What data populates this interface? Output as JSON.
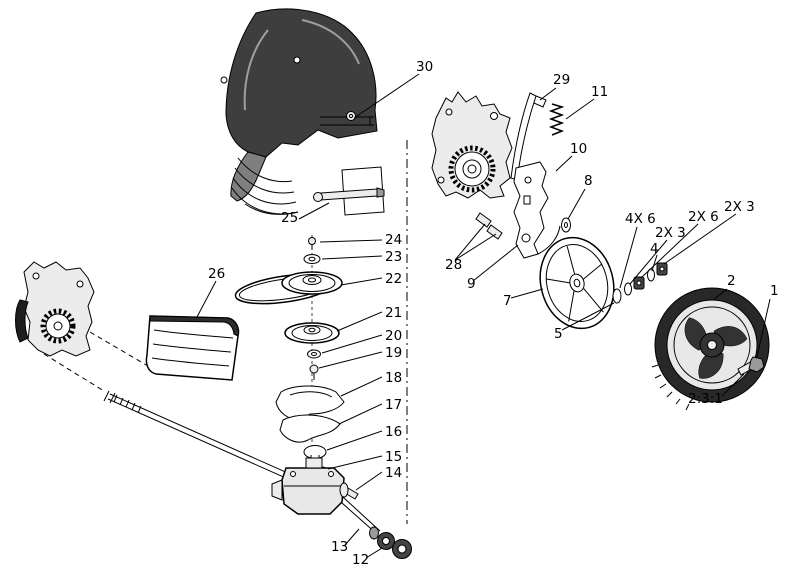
{
  "callouts": {
    "n1": "1",
    "n2": "2",
    "n4": "4",
    "n5": "5",
    "n7": "7",
    "n8": "8",
    "n9": "9",
    "n10": "10",
    "n11": "11",
    "n12": "12",
    "n13": "13",
    "n14": "14",
    "n15": "15",
    "n16": "16",
    "n17": "17",
    "n18": "18",
    "n19": "19",
    "n20": "20",
    "n21": "21",
    "n22": "22",
    "n23": "23",
    "n24": "24",
    "n25": "25",
    "n26": "26",
    "n28": "28",
    "n29": "29",
    "n30": "30",
    "qty_4x6": "4X 6",
    "qty_2x3_a": "2X 3",
    "qty_2x6": "2X 6",
    "qty_2x3_b": "2X 3",
    "ratio": "2:3:1"
  },
  "colors": {
    "background": "#ffffff",
    "line": "#000000",
    "housing_dark": "#3e3e3e",
    "housing_mid": "#7f7f7f",
    "tire_dark": "#282828",
    "metal_light": "#e8e8e8"
  }
}
